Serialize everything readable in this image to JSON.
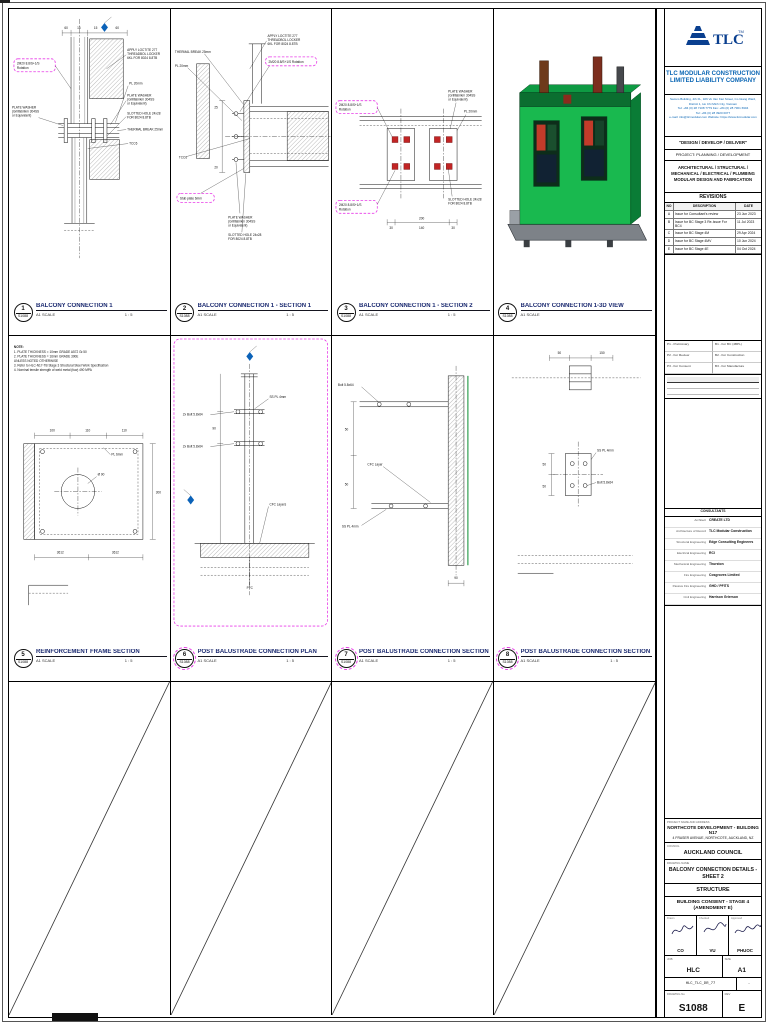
{
  "panels": [
    {
      "num": "1",
      "ref": "S1088",
      "title": "BALCONY CONNECTION 1",
      "scale_label": "A1 SCALE",
      "scale": "1 : 5",
      "ann": [
        "2M20 8.8/S+1/S",
        "Rotation",
        "APPLY LOCTITE 277",
        "THREADBOL LOCKER",
        "6KL FOR 8024 8.8TB",
        "PL 20mm",
        "PLATE WASHER",
        "(Grillfabrikm 304SS",
        "or Equivalent)",
        "SLOTTED HOLE 24x28",
        "FOR 8024 8.8TB",
        "THERMAL BREAK 25mm",
        "TCC6",
        "PLATE WASHER",
        "(Grillfabrikm 304SS",
        "or Equivalent)",
        "60",
        "15",
        "15",
        "60"
      ]
    },
    {
      "num": "2",
      "ref": "S1088",
      "title": "BALCONY CONNECTION 1 - SECTION 1",
      "scale_label": "A1 SCALE",
      "scale": "1 : 5",
      "ann": [
        "THERMAL BREAK 25mm",
        "PL 20mm",
        "APPLY LOCTITE 277",
        "THREADBOL LOCKER",
        "6KL FOR 8024 8.8TB",
        "2M20 8.8/S+1/S Rotation",
        "TCC6",
        "Stub plate 6mm",
        "PLATE WASHER",
        "(Grillfabrikm 304SS",
        "or Equivalent)",
        "SLOTTED HOLE 24x28",
        "FOR 8024 8.8TB",
        "25",
        "20"
      ]
    },
    {
      "num": "3",
      "ref": "S1088",
      "title": "BALCONY CONNECTION 1 - SECTION 2",
      "scale_label": "A1 SCALE",
      "scale": "1 : 5",
      "ann": [
        "2M20 8.8/S+1/S",
        "Rotation",
        "PLATE WASHER",
        "(Grillfabrikm 304SS",
        "or Equivalent)",
        "PL 20mm",
        "SLOTTED HOLE 24x28",
        "FOR 8024 8.8TB",
        "2M20 8.8/S+1/S",
        "Rotation",
        "200",
        "30",
        "140",
        "30"
      ]
    },
    {
      "num": "4",
      "ref": "S1088",
      "title": "BALCONY CONNECTION 1-3D VIEW",
      "scale_label": "A1 SCALE",
      "scale": "",
      "ann": []
    },
    {
      "num": "5",
      "ref": "S1088",
      "title": "REINFORCEMENT FRAME SECTION",
      "scale_label": "A1 SCALE",
      "scale": "1 : 5",
      "ann": [
        "100",
        "110",
        "110",
        "Ø 90",
        "PL 6mm",
        "3612",
        "3612",
        "300"
      ]
    },
    {
      "num": "6",
      "ref": "S1088",
      "title": "POST BALUSTRADE CONNECTION PLAN",
      "scale_label": "A1 SCALE",
      "scale": "1 : 5",
      "ann": [
        "SS PL 4mm",
        "2x Bolt 5.8x64",
        "2x Bolt 5.8x64",
        "CFC Layers",
        "PFC",
        "90"
      ]
    },
    {
      "num": "7",
      "ref": "S1088",
      "title": "POST BALUSTRADE CONNECTION SECTION 1",
      "scale_label": "A1 SCALE",
      "scale": "1 : 5",
      "ann": [
        "Bolt 5.8x64",
        "CFC Layer",
        "SS PL 4mm",
        "50",
        "50",
        "90"
      ]
    },
    {
      "num": "8",
      "ref": "S1088",
      "title": "POST BALUSTRADE CONNECTION SECTION 2",
      "scale_label": "A1 SCALE",
      "scale": "1 : 5",
      "ann": [
        "SS PL 4mm",
        "Bolt 5.8x64",
        "50",
        "150",
        "50",
        "50"
      ]
    }
  ],
  "note": {
    "title": "NOTE:",
    "lines": [
      "1. PLATE THICKNESS = 10mm GRADE A572 Gr.50",
      "2. PLATE THICKNESS = 16mm GRADE 300E",
      "    UNLESS NOTED OTHERWISE",
      "3. Refer to HLC-N17-TB Stage 3 Structural Steel Work Specification",
      "4. Nominal tensile strength of weld metal (fuw) 490 MPA"
    ]
  },
  "tb": {
    "logo_text": "TLC",
    "logo_tm": "TM",
    "company1": "TLC MODULAR CONSTRUCTION",
    "company2": "LIMITED LIABILITY COMPANY",
    "address": [
      "Samco Building, 4th FL, 326 Vo Van Kiet Street, Co Giang Ward,",
      "District 1, Ho Chi Minh City, Vietnam",
      "Tel: +84 (0) 28 7108 7779   Fax: +84 (0) 28 7301 6904",
      "Tel: +84 (0) 28 3920 0077",
      "e-mail: info@tlcmodular.com   Website: https://www.tlcmodular.com"
    ],
    "tagline": "\"DESIGN / DEVELOP / DELIVER\"",
    "project_line": "PROJECT: PLANNING / DEVELOPMENT",
    "services": [
      "ARCHITECTURAL / STRUCTURAL /",
      "MECHANICAL / ELECTRICAL / PLUMBING",
      "MODULAR DESIGN AND FABRICATION"
    ],
    "revisions_title": "REVISIONS",
    "rev_cols": [
      "NO",
      "DESCRIPTION",
      "DATE"
    ],
    "revisions": [
      {
        "no": "A",
        "desc": "Issue for Consultant's review",
        "date": "23 Jun 2023"
      },
      {
        "no": "B",
        "desc": "Issue for BC Stage 3 Re-Issue For BC4",
        "date": "11 Jul 2023"
      },
      {
        "no": "C",
        "desc": "Issue for BC Stage 4M",
        "date": "29 Apr 2024"
      },
      {
        "no": "D",
        "desc": "Issue for BC Stage 4MV",
        "date": "10 Jun 2024"
      },
      {
        "no": "E",
        "desc": "Issue for BC Stage 4E",
        "date": "04 Oct 2024"
      }
    ],
    "status_rows": [
      [
        "P1 - Preliminary",
        "B1 - For BC (4BPL)"
      ],
      [
        "P2 - For Review",
        "B2 - For Construction"
      ],
      [
        "P3 - For Consent",
        "B3 - For Manufacture"
      ]
    ],
    "consultants_label": "CONSULTANTS",
    "consultants": [
      {
        "role": "Architect",
        "name": "CREATE LTD"
      },
      {
        "role": "Architecture of Record",
        "name": "TLC Modular Construction"
      },
      {
        "role": "Structural Engineering",
        "name": "Edge Consulting Engineers"
      },
      {
        "role": "Electrical Engineering",
        "name": "RCI"
      },
      {
        "role": "Mechanical Engineering",
        "name": "Thurston"
      },
      {
        "role": "Fire Engineering",
        "name": "Cosgroves Limited"
      },
      {
        "role": "Passive Fire Engineering",
        "name": "GHD / PFITS"
      },
      {
        "role": "Civil Engineering",
        "name": "Harrison Grierson"
      }
    ],
    "project_label": "PROJECT NAME AND ADDRESS",
    "project_name": "NORTHCOTE DEVELOPMENT - BUILDING N17",
    "project_addr": "4 FRASER AVENUE, NORTHCOTE, AUCKLAND, NZ",
    "council_label": "COUNCIL",
    "council": "AUCKLAND COUNCIL",
    "drawing_label": "DRAWING NAME",
    "drawing_name": "BALCONY CONNECTION DETAILS - SHEET 2",
    "discipline_label": "DISCIPLINE",
    "discipline": "STRUCTURE",
    "stage1": "BUILDING CONSENT - STAGE 4",
    "stage2": "(AMENDMENT E)",
    "sig_labels": [
      "Drawn",
      "Checked",
      "Approved"
    ],
    "sig_names": [
      "CO",
      "VU",
      "PHUOC"
    ],
    "job_label": "JOB",
    "job": "HLC",
    "size_label": "SIZE",
    "size": "A1",
    "file": "HLC_TLC_DR_77",
    "file_rev": "-",
    "sheet_label": "DRAWING No",
    "sheet_no": "S1088",
    "rev_label": "REV",
    "rev": "E"
  }
}
